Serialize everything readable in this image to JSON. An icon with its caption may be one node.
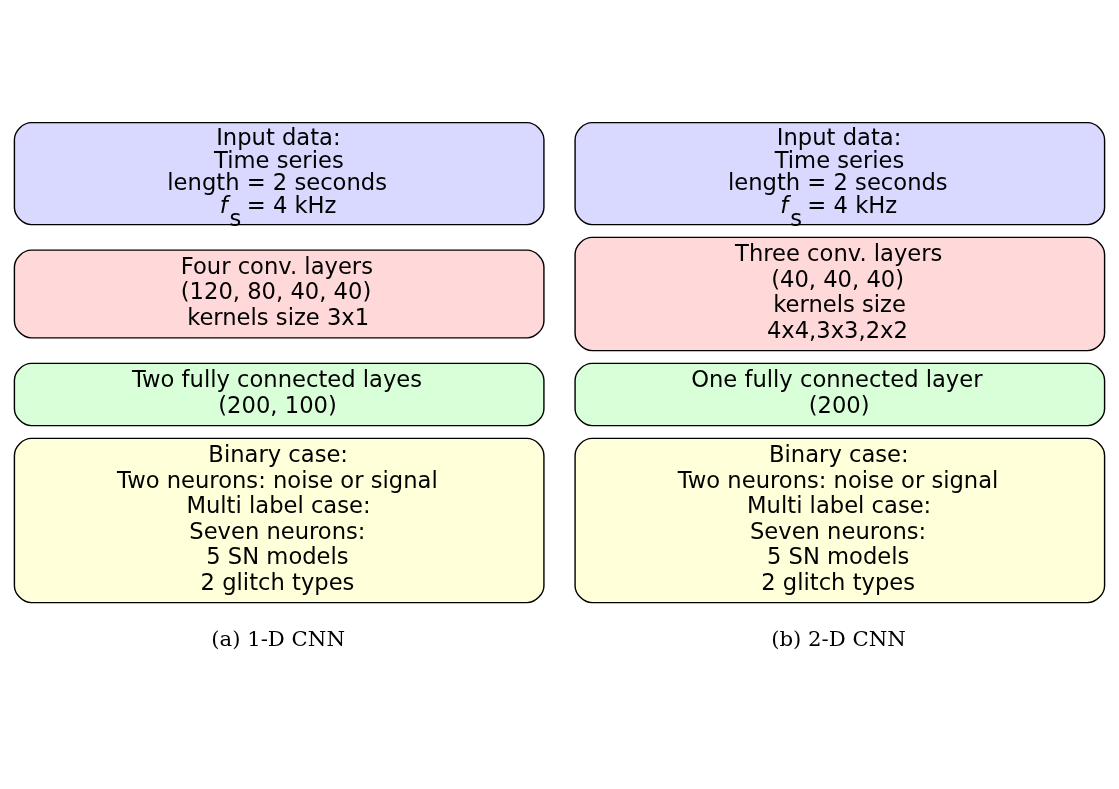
{
  "diagram": {
    "nodes": [
      {
        "text": [
          "Input data:",
          "Time series",
          "length = 2 seconds",
          "*f*$_{s}$ = 4 kHz"
        ]
      },
      {
        "text": [
          "Four conv. layers",
          "(120, 80, 40, 40)",
          "kernels size 3x1"
        ]
      },
      {
        "text": [
          "Two fully connected layes",
          "(200, 100)"
        ]
      },
      {
        "text": [
          "Binary case:",
          "Two neurons: noise or signal",
          "Multi label case:",
          "Seven neurons:",
          "5 SN models",
          "2 glitch types"
        ]
      },
      {
        "text": [
          "Input data:",
          "Time series",
          "length = 2 seconds",
          "*f*$_{s}$ = 4 kHz"
        ]
      },
      {
        "text": [
          "Three conv. layers",
          "(40, 40, 40)",
          "kernels size",
          "4x4,3x3,2x2"
        ]
      },
      {
        "text": [
          "One fully connected layer",
          "(200)"
        ]
      },
      {
        "text": [
          "Binary case:",
          "Two neurons: noise or signal",
          "Multi label case:",
          "Seven neurons:",
          "5 SN models",
          "2 glitch types"
        ]
      }
    ],
    "edges": [],
    "labels": [
      "(a) 1-D CNN",
      "(b) 2-D CNN"
    ]
  }
}
